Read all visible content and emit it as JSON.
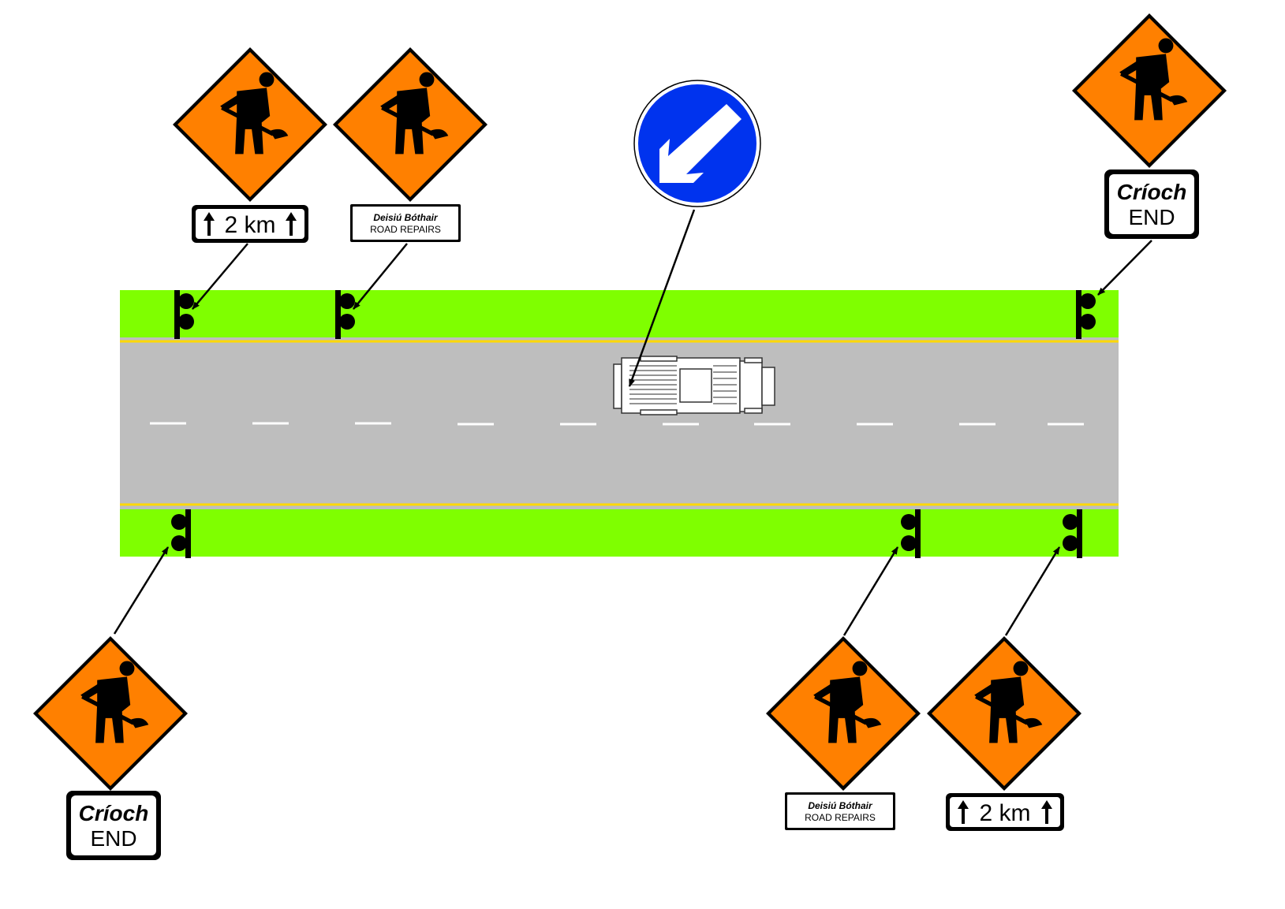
{
  "colors": {
    "verge": "#7fff00",
    "road": "#bebebe",
    "edge_line": "#ffd800",
    "lane_mark": "#ffffff",
    "roadworks_sign": "#ff8000",
    "keep_left_sign": "#0033ee",
    "ink": "#000000"
  },
  "signs": {
    "distance": {
      "value": "2 km",
      "icon": "arrow-up-icon"
    },
    "road_repairs": {
      "irish": "Deisiú Bóthair",
      "english": "ROAD REPAIRS"
    },
    "end": {
      "irish": "Críoch",
      "english": "END"
    }
  },
  "icons": {
    "roadworks": "worker-with-shovel-icon",
    "keep_left": "arrow-down-left-icon",
    "sign_post": "sign-post-icon",
    "vehicle": "truck-icon"
  }
}
